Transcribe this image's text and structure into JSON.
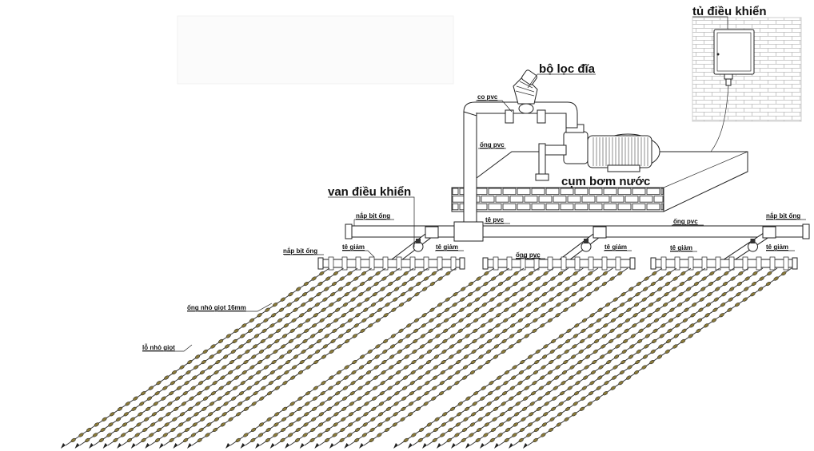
{
  "labels": {
    "control_cabinet": "tủ điều khiển",
    "disc_filter": "bộ lọc đĩa",
    "pvc_elbow": "co pvc",
    "pvc_pipe_riser": "ống pvc",
    "pump_unit": "cụm bơm nước",
    "control_valve": "van điều khiển",
    "end_cap_left": "nắp bịt ống",
    "end_cap_left_lower": "nắp bịt ống",
    "end_cap_right": "nắp bịt ống",
    "pvc_tee": "tê pvc",
    "pvc_pipe_right": "ống pvc",
    "pvc_pipe_middle": "ống pvc",
    "reducer_tee_1": "tê giảm",
    "reducer_tee_2": "tê giảm",
    "reducer_tee_3": "tê giảm",
    "reducer_tee_4": "tê giảm",
    "reducer_tee_5": "tê giảm",
    "drip_tube": "ống nhỏ giọt 16mm",
    "drip_hole": "lỗ nhỏ giọt"
  },
  "colors": {
    "line": "#222222",
    "brick": "#333333",
    "drip_bead": "#8a7a3a",
    "background": "#ffffff"
  }
}
